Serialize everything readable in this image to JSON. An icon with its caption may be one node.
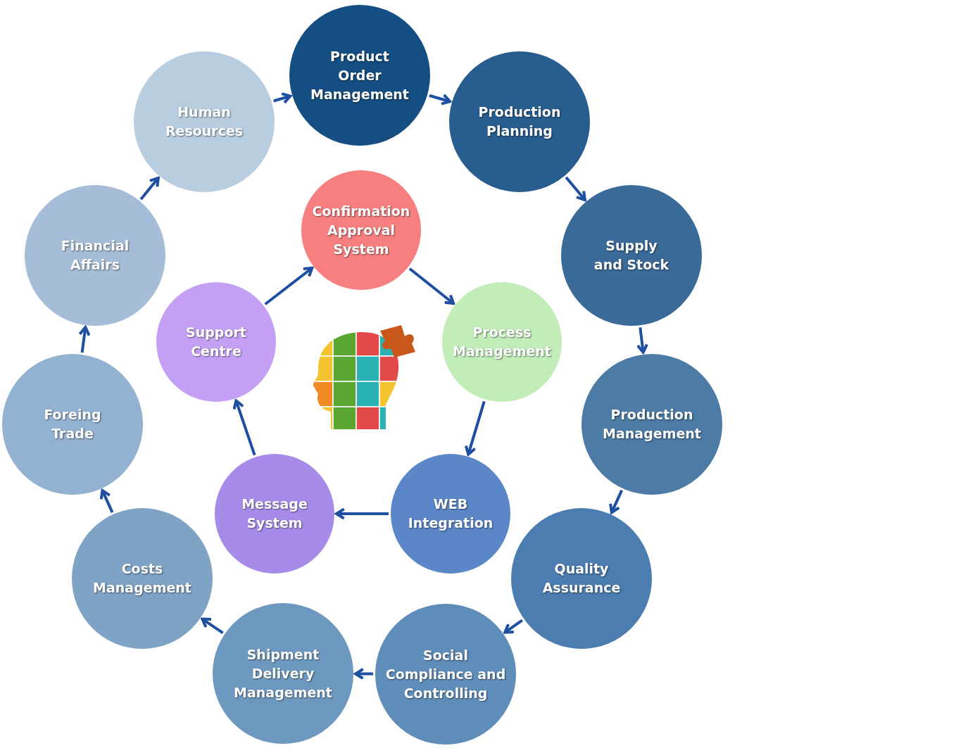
{
  "diagram": {
    "nodes": [
      {
        "text": [
          "Product Order Management"
        ]
      },
      {
        "text": [
          "Production Planning"
        ]
      },
      {
        "text": [
          "Supply and Stock"
        ]
      },
      {
        "text": [
          "Production Management"
        ]
      },
      {
        "text": [
          "Quality Assurance"
        ]
      },
      {
        "text": [
          "Social Compliance and Controlling"
        ]
      },
      {
        "text": [
          "Shipment Delivery Management"
        ]
      },
      {
        "text": [
          "Costs Management"
        ]
      },
      {
        "text": [
          "Foreing Trade"
        ]
      },
      {
        "text": [
          "Financial Affairs"
        ]
      },
      {
        "text": [
          "Human Resources"
        ]
      },
      {
        "text": [
          "Confirmation Approval System"
        ]
      },
      {
        "text": [
          "Process Management"
        ]
      },
      {
        "text": [
          "WEB Integration"
        ]
      },
      {
        "text": [
          "Message System"
        ]
      },
      {
        "text": [
          "Support Centre"
        ]
      }
    ],
    "edges": [
      {
        "from": 10,
        "to": 0,
        "arrow": "to"
      },
      {
        "from": 0,
        "to": 1,
        "arrow": "to"
      },
      {
        "from": 1,
        "to": 2,
        "arrow": "to"
      },
      {
        "from": 2,
        "to": 3,
        "arrow": "to"
      },
      {
        "from": 3,
        "to": 4,
        "arrow": "to"
      },
      {
        "from": 4,
        "to": 5,
        "arrow": "to"
      },
      {
        "from": 5,
        "to": 6,
        "arrow": "to"
      },
      {
        "from": 6,
        "to": 7,
        "arrow": "to"
      },
      {
        "from": 7,
        "to": 8,
        "arrow": "to"
      },
      {
        "from": 8,
        "to": 9,
        "arrow": "to"
      },
      {
        "from": 9,
        "to": 10,
        "arrow": "to"
      },
      {
        "from": 15,
        "to": 11,
        "arrow": "to"
      },
      {
        "from": 11,
        "to": 12,
        "arrow": "to"
      },
      {
        "from": 12,
        "to": 13,
        "arrow": "to"
      },
      {
        "from": 13,
        "to": 14,
        "arrow": "to"
      },
      {
        "from": 14,
        "to": 15,
        "arrow": "to"
      }
    ]
  }
}
